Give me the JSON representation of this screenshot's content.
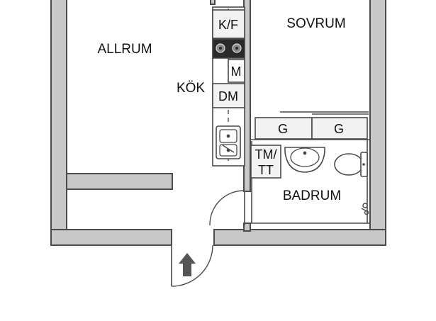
{
  "rooms": {
    "allrum": "ALLRUM",
    "sovrum": "SOVRUM",
    "kok": "KÖK",
    "badrum": "BADRUM"
  },
  "fixtures": {
    "fridge_freezer": "K/F",
    "microwave": "M",
    "dishwasher": "DM",
    "wardrobe_left": "G",
    "wardrobe_right": "G",
    "washer_line1": "TM/",
    "washer_line2": "TT"
  },
  "colors": {
    "wall_fill": "#c8c8c8",
    "wall_stroke": "#4a4a4a",
    "cabinet_fill": "#f2f2f2"
  },
  "icons": {
    "entrance": "entrance-arrow-icon",
    "hob": "hob-icon",
    "kitchen_sink": "kitchen-sink-icon",
    "washbasin": "washbasin-icon",
    "toilet": "toilet-icon",
    "shower_mixer": "shower-mixer-icon"
  }
}
